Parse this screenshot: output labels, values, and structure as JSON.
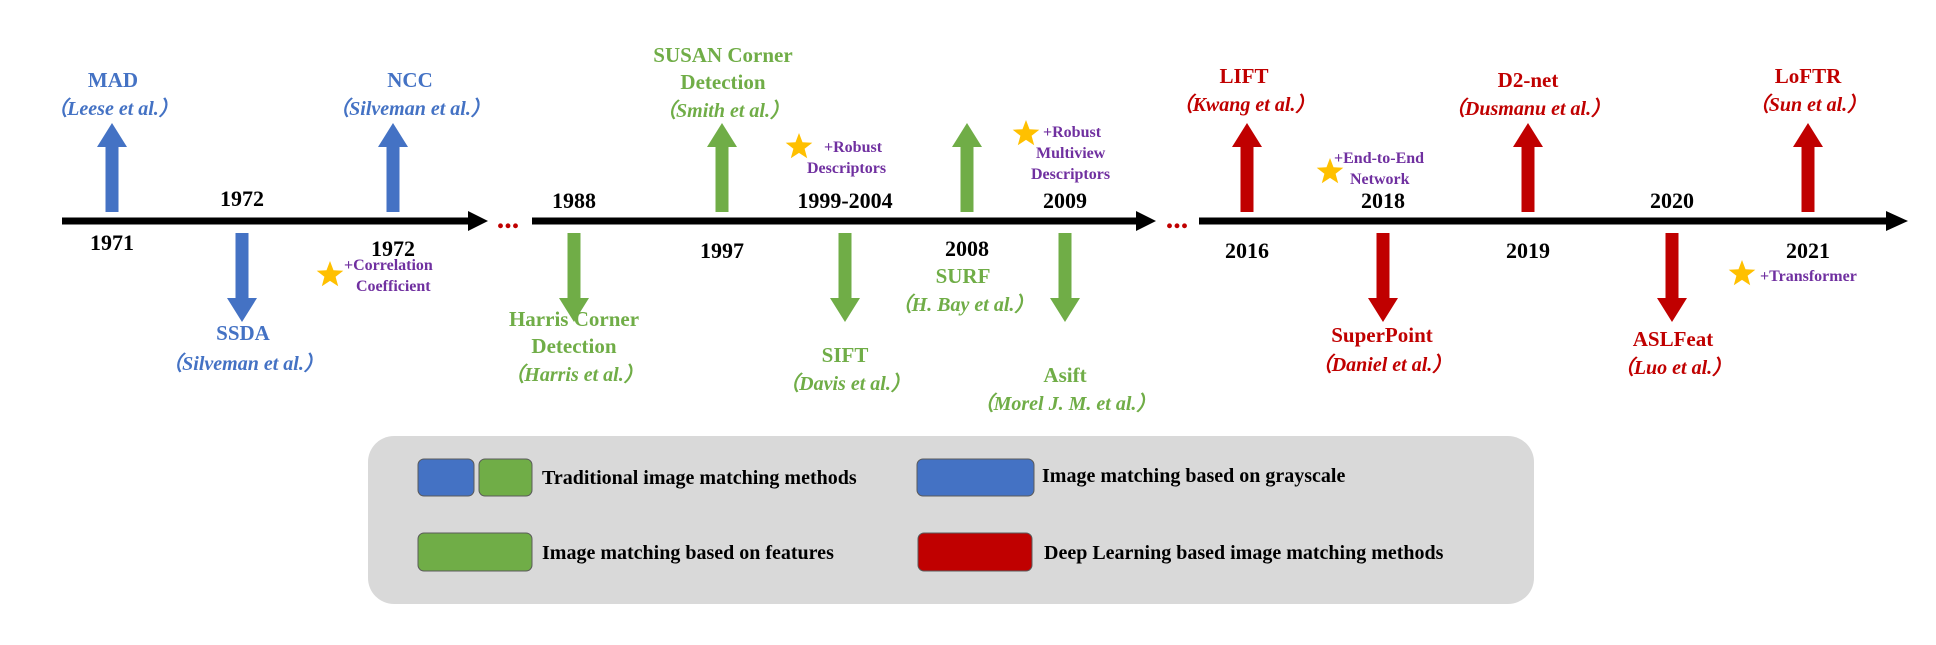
{
  "colors": {
    "grayscale": "#4472c4",
    "features": "#70ad47",
    "deep": "#c00000",
    "note": "#7030a0",
    "star": "#ffc000",
    "axis": "#000000",
    "legend_bg": "#d9d9d9"
  },
  "timeline": {
    "ellipsis": "...",
    "events": [
      {
        "id": "mad",
        "method": [
          "MAD"
        ],
        "author": "（Leese et al.）",
        "year": "1971",
        "direction": "up",
        "group": "grayscale"
      },
      {
        "id": "ssda",
        "method": [
          "SSDA"
        ],
        "author": "（Silveman et al.）",
        "year": "1972",
        "direction": "down",
        "group": "grayscale"
      },
      {
        "id": "ncc",
        "method": [
          "NCC"
        ],
        "author": "（Silveman et al.）",
        "year": "1972",
        "direction": "up",
        "group": "grayscale",
        "note": [
          "+Correlation",
          "Coefficient"
        ]
      },
      {
        "id": "harris",
        "method": [
          "Harris Corner",
          "Detection"
        ],
        "author": "（Harris et al.）",
        "year": "1988",
        "direction": "down",
        "group": "features"
      },
      {
        "id": "susan",
        "method": [
          "SUSAN Corner",
          "Detection"
        ],
        "author": "（Smith et al.）",
        "year": "1997",
        "direction": "up",
        "group": "features"
      },
      {
        "id": "sift",
        "method": [
          "SIFT"
        ],
        "author": "（Davis et al.）",
        "year": "1999-2004",
        "direction": "down",
        "group": "features",
        "note": [
          "+Robust",
          "Descriptors"
        ]
      },
      {
        "id": "surf",
        "method": [
          "SURF"
        ],
        "author": "（H. Bay et al.）",
        "year": "2008",
        "direction": "up",
        "group": "features"
      },
      {
        "id": "asift",
        "method": [
          "Asift"
        ],
        "author": "（Morel J. M. et al.）",
        "year": "2009",
        "direction": "down",
        "group": "features",
        "note": [
          "+Robust",
          "Multiview",
          "Descriptors"
        ]
      },
      {
        "id": "lift",
        "method": [
          "LIFT"
        ],
        "author": "（Kwang et al.）",
        "year": "2016",
        "direction": "up",
        "group": "deep"
      },
      {
        "id": "superpoint",
        "method": [
          "SuperPoint"
        ],
        "author": "（Daniel et al.）",
        "year": "2018",
        "direction": "down",
        "group": "deep",
        "note": [
          "+End-to-End",
          "Network"
        ]
      },
      {
        "id": "d2net",
        "method": [
          "D2-net"
        ],
        "author": "（Dusmanu et al.）",
        "year": "2019",
        "direction": "up",
        "group": "deep"
      },
      {
        "id": "aslfeat",
        "method": [
          "ASLFeat"
        ],
        "author": "（Luo et al.）",
        "year": "2020",
        "direction": "down",
        "group": "deep"
      },
      {
        "id": "loftr",
        "method": [
          "LoFTR"
        ],
        "author": "（Sun et al.）",
        "year": "2021",
        "direction": "up",
        "group": "deep",
        "note": [
          "+Transformer"
        ]
      }
    ]
  },
  "legend": {
    "items": [
      {
        "id": "traditional",
        "label": "Traditional image matching methods",
        "swatches": [
          "grayscale",
          "features"
        ]
      },
      {
        "id": "grayscale",
        "label": "Image matching based on grayscale",
        "swatches": [
          "grayscale"
        ]
      },
      {
        "id": "features",
        "label": "Image matching based on features",
        "swatches": [
          "features"
        ]
      },
      {
        "id": "deep",
        "label": "Deep Learning based image matching methods",
        "swatches": [
          "deep"
        ]
      }
    ]
  }
}
